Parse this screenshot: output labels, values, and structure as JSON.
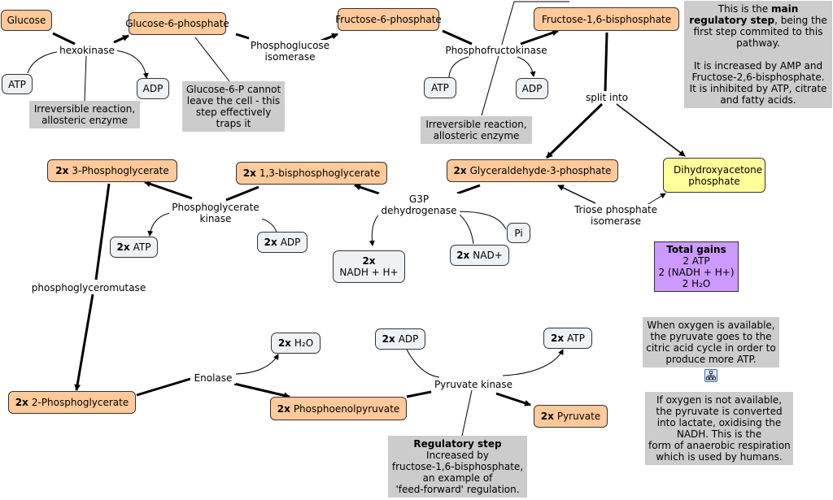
{
  "multiplier": "2x",
  "nodes": {
    "glucose": "Glucose",
    "glucose6p": "Glucose-6-phosphate",
    "fructose6p": "Fructose-6-phosphate",
    "fructose16bp": "Fructose-1,6-bisphosphate",
    "atp": "ATP",
    "adp": "ADP",
    "g3p": "Glyceraldehyde-3-phosphate",
    "dhap": "Dihydroxyacetone phosphate",
    "bpg13": "1,3-bisphosphoglycerate",
    "pg3": "3-Phosphoglycerate",
    "pg2": "2-Phosphoglycerate",
    "pep": "Phosphoenolpyruvate",
    "pyruvate": "Pyruvate",
    "h2o": "H₂O",
    "nadh": "NADH + H+",
    "nad": "NAD+",
    "pi": "Pi"
  },
  "labels": {
    "hexokinase": "hexokinase",
    "pgi_line1": "Phosphoglucose",
    "pgi_line2": "isomerase",
    "pfk": "Phosphofructokinase",
    "split": "split into",
    "g3pdh_line1": "G3P",
    "g3pdh_line2": "dehydrogenase",
    "tpi_line1": "Triose phosphate",
    "tpi_line2": "isomerase",
    "pgk_line1": "Phosphoglycerate",
    "pgk_line2": "kinase",
    "pgm": "phosphoglyceromutase",
    "enolase": "Enolase",
    "pk": "Pyruvate kinase"
  },
  "notes": {
    "irreversible1": [
      "Irreversible reaction,",
      "allosteric enzyme"
    ],
    "g6p_trap": [
      "Glucose-6-P cannot",
      "leave the cell - this",
      "step effectively",
      "traps it"
    ],
    "irreversible2": [
      "Irreversible reaction,",
      "allosteric enzyme"
    ],
    "main_reg": {
      "l1": "This is the ",
      "l1b": "main",
      "l2b": "regulatory step",
      "l2": ", being the",
      "l3": "first step commited to this",
      "l4": "pathway.",
      "l6": "It is increased by AMP and",
      "l7": "Fructose-2,6-bisphosphate.",
      "l8": "It is inhibited by ATP, citrate",
      "l9": "and fatty acids."
    },
    "reg_step": {
      "title": "Regulatory step",
      "lines": [
        "Increased by",
        "fructose-1,6-bisphosphate,",
        "an example of",
        "'feed-forward' regulation."
      ]
    },
    "oxygen": [
      "When oxygen is available,",
      "the pyruvate goes to the",
      "citric acid cycle in order to",
      "produce more ATP."
    ],
    "no_oxygen": [
      "If oxygen is not available,",
      "the pyruvate is converted",
      "into lactate, oxidising the",
      "NADH. This is the",
      "form of anaerobic respiration",
      "which is used by humans."
    ]
  },
  "gains": {
    "title": "Total gains",
    "lines": [
      "2 ATP",
      "2 (NADH + H+)",
      "2 H₂O"
    ]
  },
  "icons": {
    "concept_map_link": "hierarchy-link-icon"
  },
  "colors": {
    "metabolite": "#ffc99a",
    "cofactor": "#eef2f5",
    "note": "#cccccc",
    "gains": "#cc99ff",
    "dhap": "#ffff99"
  }
}
